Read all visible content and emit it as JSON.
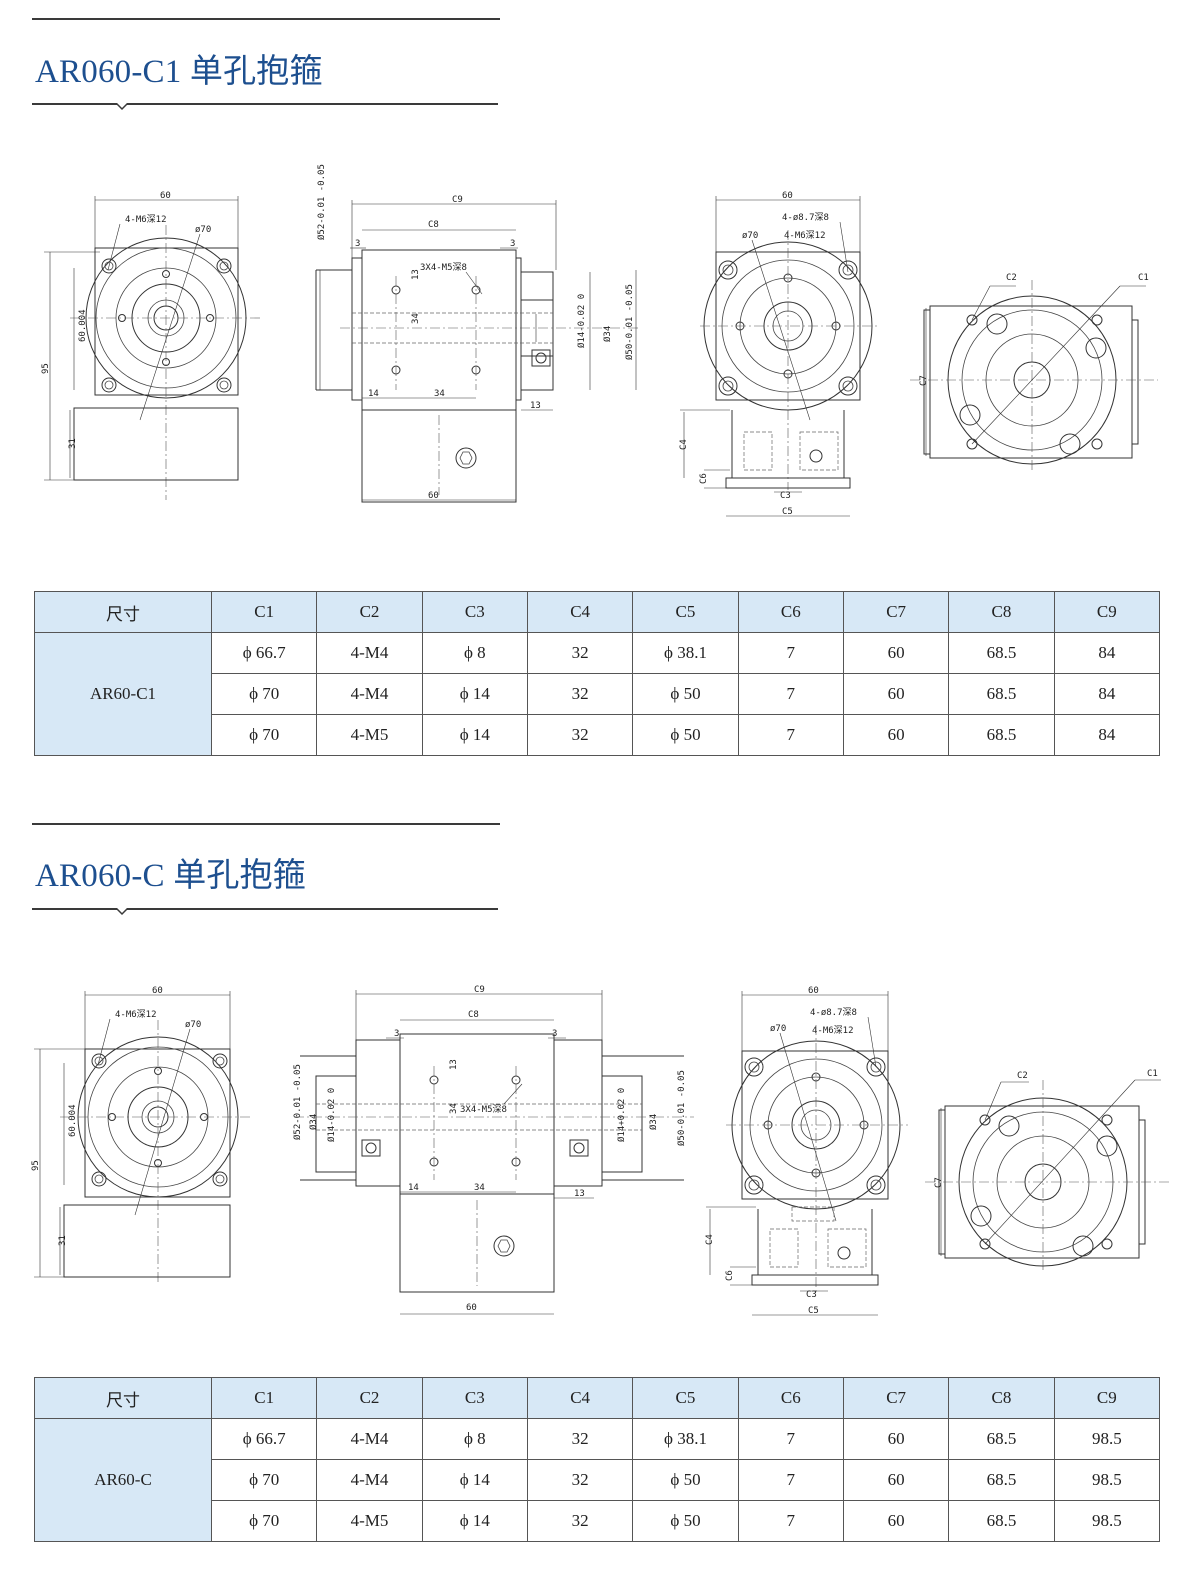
{
  "sections": [
    {
      "title": "AR060-C1 单孔抱箍",
      "drawing_labels": {
        "v1_width": "60",
        "v1_thread": "4-M6深12",
        "v1_dia": "ø70",
        "v1_h_inner": "60.004",
        "v1_h_total": "95",
        "v1_h_foot": "31",
        "v2_c9": "C9",
        "v2_c8": "C8",
        "v2_3a": "3",
        "v2_3b": "3",
        "v2_holes": "3X4-M5深8",
        "v2_13": "13",
        "v2_34v": "34",
        "v2_d52": "Ø52-0.01 -0.05",
        "v2_d14": "Ø14-0.02 0",
        "v2_d34": "Ø34",
        "v2_d50": "Ø50-0.01 -0.05",
        "v2_14": "14",
        "v2_34h": "34",
        "v2_13b": "13",
        "v2_60": "60",
        "v3_60": "60",
        "v3_thru": "4-ø8.7深8",
        "v3_dia": "ø70",
        "v3_thread": "4-M6深12",
        "v3_c4": "C4",
        "v3_c6": "C6",
        "v3_c3": "C3",
        "v3_c5": "C5",
        "v4_c2": "C2",
        "v4_c1": "C1",
        "v4_c7": "C7"
      },
      "table": {
        "headers": [
          "尺寸",
          "C1",
          "C2",
          "C3",
          "C4",
          "C5",
          "C6",
          "C7",
          "C8",
          "C9"
        ],
        "model": "AR60-C1",
        "rows": [
          [
            "ϕ 66.7",
            "4-M4",
            "ϕ 8",
            "32",
            "ϕ 38.1",
            "7",
            "60",
            "68.5",
            "84"
          ],
          [
            "ϕ 70",
            "4-M4",
            "ϕ 14",
            "32",
            "ϕ 50",
            "7",
            "60",
            "68.5",
            "84"
          ],
          [
            "ϕ 70",
            "4-M5",
            "ϕ 14",
            "32",
            "ϕ 50",
            "7",
            "60",
            "68.5",
            "84"
          ]
        ]
      }
    },
    {
      "title": "AR060-C 单孔抱箍",
      "drawing_labels": {
        "v1_width": "60",
        "v1_thread": "4-M6深12",
        "v1_dia": "ø70",
        "v1_h_inner": "60.004",
        "v1_h_total": "95",
        "v1_h_foot": "31",
        "v2_c9": "C9",
        "v2_c8": "C8",
        "v2_3a": "3",
        "v2_3b": "3",
        "v2_holes": "3X4-M5深8",
        "v2_13": "13",
        "v2_34v": "34",
        "v2_d52": "Ø52-0.01 -0.05",
        "v2_d14": "Ø14-0.02 0",
        "v2_d34": "Ø34",
        "v2_d50": "Ø50-0.01 -0.05",
        "v2_14": "14",
        "v2_34h": "34",
        "v2_13b": "13",
        "v2_60": "60",
        "v2_d34r": "Ø34",
        "v2_d14r": "Ø14+0.02 0",
        "v3_60": "60",
        "v3_thru": "4-ø8.7深8",
        "v3_dia": "ø70",
        "v3_thread": "4-M6深12",
        "v3_c4": "C4",
        "v3_c6": "C6",
        "v3_c3": "C3",
        "v3_c5": "C5",
        "v4_c2": "C2",
        "v4_c1": "C1",
        "v4_c7": "C7"
      },
      "table": {
        "headers": [
          "尺寸",
          "C1",
          "C2",
          "C3",
          "C4",
          "C5",
          "C6",
          "C7",
          "C8",
          "C9"
        ],
        "model": "AR60-C",
        "rows": [
          [
            "ϕ 66.7",
            "4-M4",
            "ϕ 8",
            "32",
            "ϕ 38.1",
            "7",
            "60",
            "68.5",
            "98.5"
          ],
          [
            "ϕ 70",
            "4-M4",
            "ϕ 14",
            "32",
            "ϕ 50",
            "7",
            "60",
            "68.5",
            "98.5"
          ],
          [
            "ϕ 70",
            "4-M5",
            "ϕ 14",
            "32",
            "ϕ 50",
            "7",
            "60",
            "68.5",
            "98.5"
          ]
        ]
      }
    }
  ],
  "colors": {
    "title": "#1d4f8f",
    "header_bg": "#d7e8f6",
    "rule": "#3a3a3a"
  }
}
